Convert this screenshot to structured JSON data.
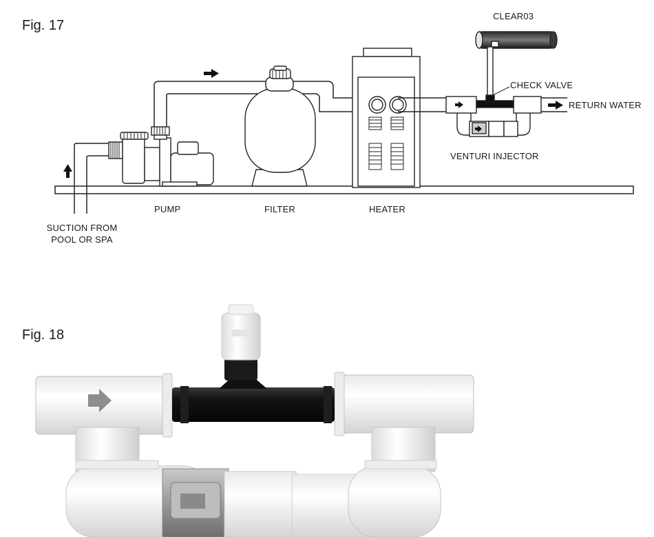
{
  "fig17": {
    "title": "Fig. 17",
    "labels": {
      "device": "CLEAR03",
      "check_valve": "CHECK VALVE",
      "return_water": "RETURN WATER",
      "venturi": "VENTURI INJECTOR",
      "pump": "PUMP",
      "filter": "FILTER",
      "heater": "HEATER",
      "suction_line1": "SUCTION FROM",
      "suction_line2": "POOL OR SPA"
    }
  },
  "fig18": {
    "title": "Fig. 18"
  }
}
